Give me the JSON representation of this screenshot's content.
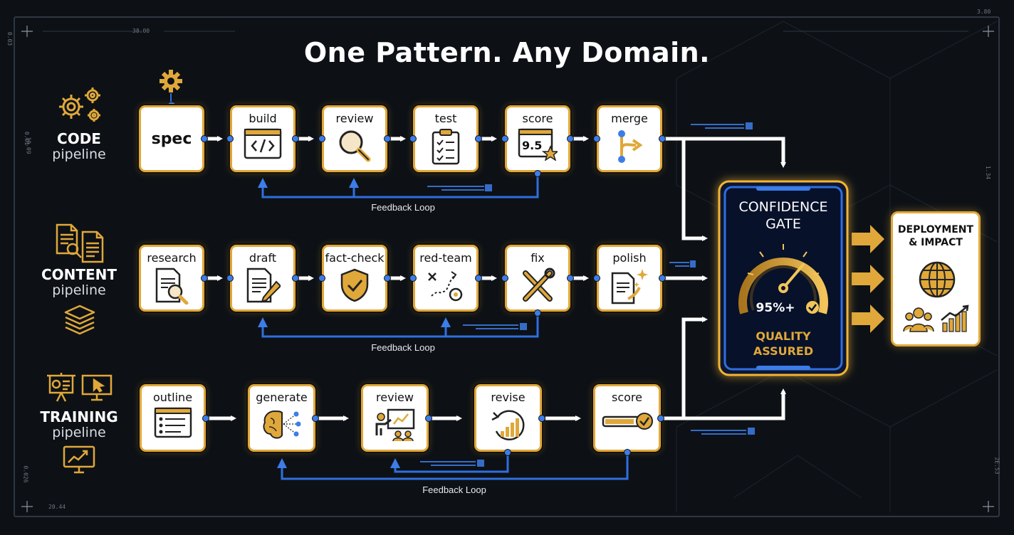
{
  "title": "One Pattern. Any Domain.",
  "pipelines": [
    {
      "name": "CODE",
      "sub": "pipeline",
      "icons": [
        "gears-icon"
      ],
      "nodes": [
        "spec",
        "build",
        "review",
        "test",
        "score",
        "merge"
      ],
      "feedback": "Feedback Loop"
    },
    {
      "name": "CONTENT",
      "sub": "pipeline",
      "icons": [
        "documents-search-icon",
        "layers-icon"
      ],
      "nodes": [
        "research",
        "draft",
        "fact-check",
        "red-team",
        "fix",
        "polish"
      ],
      "feedback": "Feedback Loop"
    },
    {
      "name": "TRAINING",
      "sub": "pipeline",
      "icons": [
        "presentation-icon",
        "monitor-chart-icon"
      ],
      "nodes": [
        "outline",
        "generate",
        "review",
        "revise",
        "score"
      ],
      "feedback": "Feedback Loop"
    }
  ],
  "code_score_value": "9.5",
  "gate": {
    "title_line1": "CONFIDENCE",
    "title_line2": "GATE",
    "gauge_value": "95%+",
    "status_line1": "QUALITY",
    "status_line2": "ASSURED"
  },
  "deploy": {
    "line1": "DEPLOYMENT",
    "line2": "& IMPACT"
  },
  "corner_codes": [
    "38.00",
    "3.80",
    "0.03",
    "10.09",
    "0.01",
    "20.44",
    "0.026",
    "1.34",
    "2E.53"
  ],
  "colors": {
    "accent": "#e0a83a",
    "flow": "#2f6fe0",
    "background": "#0d1116",
    "node": "#ffffff"
  }
}
